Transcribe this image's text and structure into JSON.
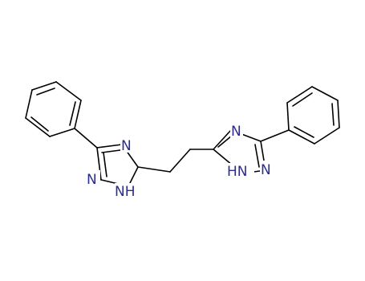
{
  "molecule": {
    "atoms": {
      "left_n4": "N",
      "left_n1": "N",
      "left_nh": "NH",
      "right_n4": "N",
      "right_n1": "N",
      "right_hn": "HN"
    },
    "colors": {
      "bond": "#000000",
      "heteroatom": "#2b2b8f"
    }
  }
}
